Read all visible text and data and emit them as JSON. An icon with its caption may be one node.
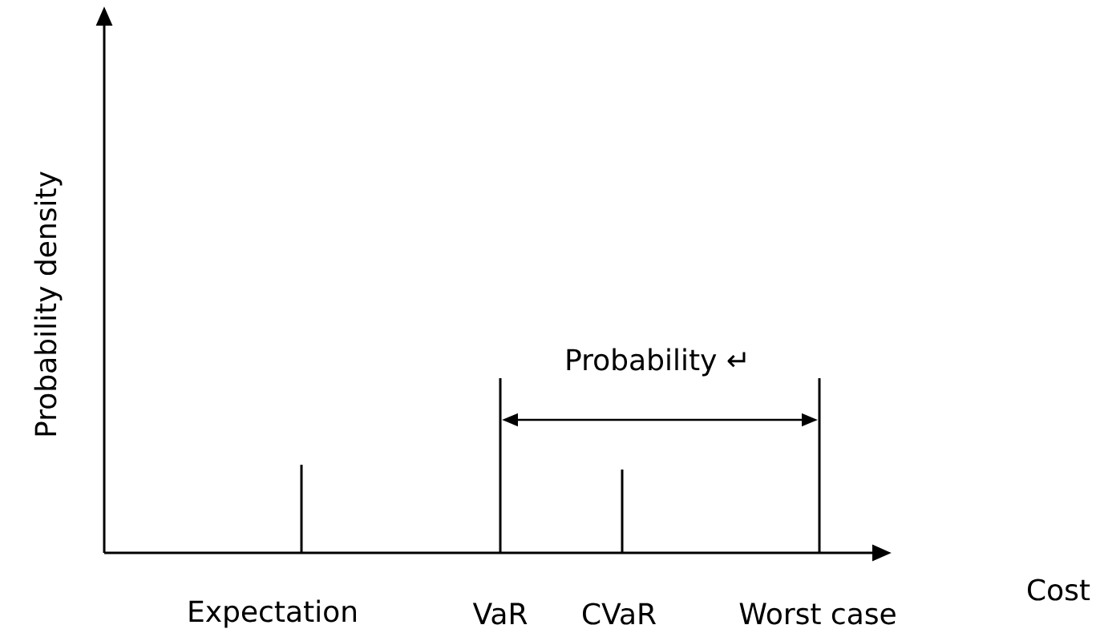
{
  "diagram": {
    "labels": [
      "Probability density",
      "Probability ↵",
      "Cost",
      "Expectation",
      "VaR",
      "CVaR",
      "Worst case"
    ]
  }
}
